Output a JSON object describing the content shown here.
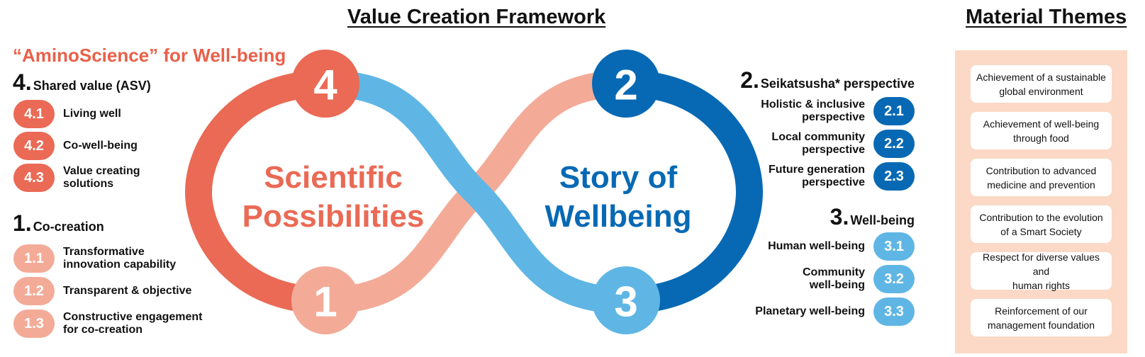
{
  "titles": {
    "framework": "Value Creation Framework",
    "material": "Material Themes"
  },
  "left": {
    "subheading": "“AminoScience” for Well-being",
    "section4": {
      "num": "4.",
      "label": "Shared value (ASV)",
      "items": [
        {
          "code": "4.1",
          "label": "Living well"
        },
        {
          "code": "4.2",
          "label": "Co-well-being"
        },
        {
          "code": "4.3",
          "label": "Value creating\nsolutions"
        }
      ]
    },
    "section1": {
      "num": "1.",
      "label": "Co-creation",
      "items": [
        {
          "code": "1.1",
          "label": "Transformative\ninnovation capability"
        },
        {
          "code": "1.2",
          "label": "Transparent & objective"
        },
        {
          "code": "1.3",
          "label": "Constructive engagement\nfor co-creation"
        }
      ]
    }
  },
  "diagram": {
    "left_loop_text": [
      "Scientific",
      "Possibilities"
    ],
    "right_loop_text": [
      "Story of",
      "Wellbeing"
    ],
    "nodes": {
      "n4": "4",
      "n2": "2",
      "n1": "1",
      "n3": "3"
    }
  },
  "right": {
    "section2": {
      "num": "2.",
      "label": "Seikatsusha* perspective",
      "items": [
        {
          "code": "2.1",
          "label": "Holistic & inclusive\nperspective"
        },
        {
          "code": "2.2",
          "label": "Local community\nperspective"
        },
        {
          "code": "2.3",
          "label": "Future generation\nperspective"
        }
      ]
    },
    "section3": {
      "num": "3.",
      "label": "Well-being",
      "items": [
        {
          "code": "3.1",
          "label": "Human well-being"
        },
        {
          "code": "3.2",
          "label": "Community\nwell-being"
        },
        {
          "code": "3.3",
          "label": "Planetary well-being"
        }
      ]
    }
  },
  "material_themes": [
    "Achievement of a sustainable\nglobal environment",
    "Achievement of well-being\nthrough food",
    "Contribution to advanced\nmedicine and prevention",
    "Contribution to the evolution\nof a Smart Society",
    "Respect for diverse values and\nhuman rights",
    "Reinforcement of our\nmanagement foundation"
  ],
  "colors": {
    "red": "#ea6a55",
    "salmon": "#f3ab98",
    "navy": "#0769b4",
    "sky": "#5fb6e5",
    "panel": "#fbd9c6"
  }
}
